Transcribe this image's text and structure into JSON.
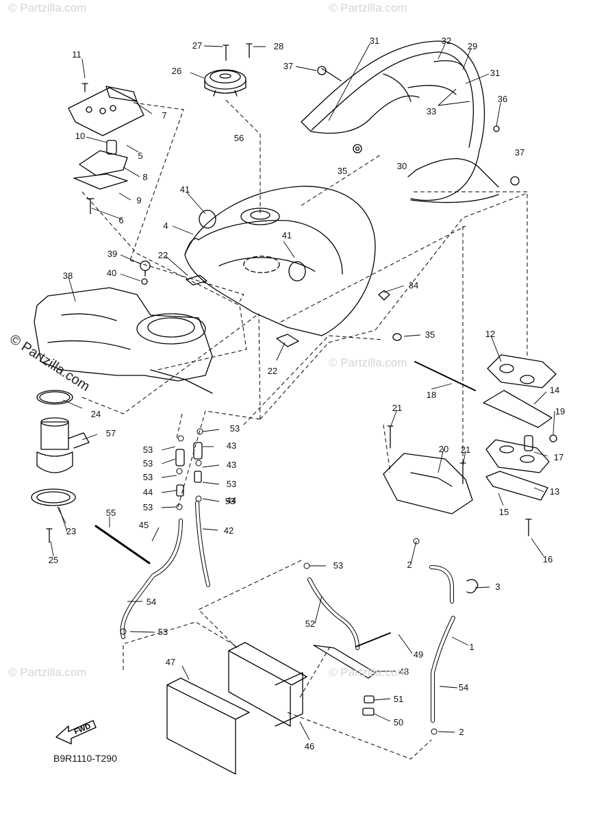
{
  "diagram_code": "B9R1110-T290",
  "fwd_label": "FWD",
  "watermark": "© Partzilla.com",
  "watermark_main": "© Partzilla.com",
  "part_labels": [
    "11",
    "27",
    "28",
    "37",
    "31",
    "32",
    "29",
    "31",
    "26",
    "7",
    "5",
    "33",
    "36",
    "10",
    "56",
    "8",
    "35",
    "30",
    "37",
    "41",
    "9",
    "6",
    "4",
    "41",
    "39",
    "22",
    "34",
    "38",
    "40",
    "35",
    "12",
    "22",
    "14",
    "18",
    "21",
    "19",
    "24",
    "53",
    "57",
    "53",
    "43",
    "20",
    "21",
    "17",
    "53",
    "43",
    "13",
    "53",
    "53",
    "44",
    "44",
    "15",
    "53",
    "53",
    "55",
    "45",
    "42",
    "2",
    "16",
    "3",
    "53",
    "54",
    "52",
    "1",
    "53",
    "49",
    "47",
    "48",
    "54",
    "51",
    "50",
    "46",
    "2",
    "23",
    "25"
  ]
}
